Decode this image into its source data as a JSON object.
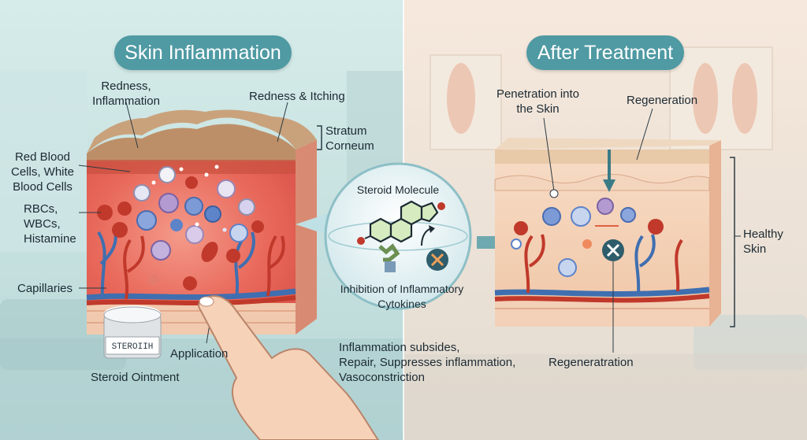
{
  "left_panel": {
    "title": "Skin Inflammation",
    "labels": {
      "redness_inflammation": "Redness,\nInflammation",
      "redness_itching": "Redness & Itching",
      "stratum_corneum": "Stratum\nCorneum",
      "rbc_wbc": "Red Blood\nCells, White\nBlood Cells",
      "rbcs_wbcs_histamine": "RBCs,\nWBCs,\nHistamine",
      "capillaries": "Capillaries",
      "application": "Application",
      "steroid_ointment": "Steroid Ointment"
    },
    "jar_label": "STEROIΙН"
  },
  "center": {
    "steroid_molecule": "Steroid Molecule",
    "inhibition": "Inhibition of Inflammatory\nCytokines",
    "effects": "Inflammation subsides,\nRepair, Suppresses inflammation,\nVasoconstriction"
  },
  "right_panel": {
    "title": "After Treatment",
    "labels": {
      "penetration": "Penetration into\nthe Skin",
      "regeneration": "Regeneration",
      "healthy_skin": "Healthy\nSkin",
      "regeneratration": "Regeneratration"
    }
  },
  "colors": {
    "title_pill": "#4f9aa3",
    "inflamed": "#e2574c",
    "healthy_skin": "#f2c9a8",
    "vessel_red": "#c0392b",
    "vessel_blue": "#3f6fb0"
  }
}
